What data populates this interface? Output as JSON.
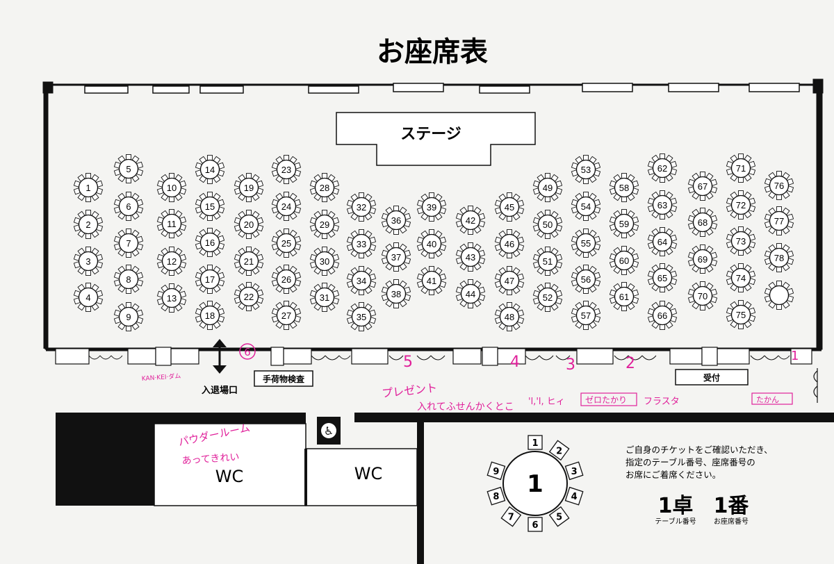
{
  "title": "お座席表",
  "stage_label": "ステージ",
  "entrance_label": "入退場口",
  "baggage_check_label": "手荷物検査",
  "reception_label": "受付",
  "wc_labels": [
    "WC",
    "WC"
  ],
  "wheelchair_icon": "wheelchair-icon",
  "tables": [
    {
      "no": "1"
    },
    {
      "no": "2"
    },
    {
      "no": "3"
    },
    {
      "no": "4"
    },
    {
      "no": "5"
    },
    {
      "no": "6"
    },
    {
      "no": "7"
    },
    {
      "no": "8"
    },
    {
      "no": "9"
    },
    {
      "no": "10"
    },
    {
      "no": "11"
    },
    {
      "no": "12"
    },
    {
      "no": "13"
    },
    {
      "no": "14"
    },
    {
      "no": "15"
    },
    {
      "no": "16"
    },
    {
      "no": "17"
    },
    {
      "no": "18"
    },
    {
      "no": "19"
    },
    {
      "no": "20"
    },
    {
      "no": "21"
    },
    {
      "no": "22"
    },
    {
      "no": "23"
    },
    {
      "no": "24"
    },
    {
      "no": "25"
    },
    {
      "no": "26"
    },
    {
      "no": "27"
    },
    {
      "no": "28"
    },
    {
      "no": "29"
    },
    {
      "no": "30"
    },
    {
      "no": "31"
    },
    {
      "no": "32"
    },
    {
      "no": "33"
    },
    {
      "no": "34"
    },
    {
      "no": "35"
    },
    {
      "no": "36"
    },
    {
      "no": "37"
    },
    {
      "no": "38"
    },
    {
      "no": "39"
    },
    {
      "no": "40"
    },
    {
      "no": "41"
    },
    {
      "no": "42"
    },
    {
      "no": "43"
    },
    {
      "no": "44"
    },
    {
      "no": "45"
    },
    {
      "no": "46"
    },
    {
      "no": "47"
    },
    {
      "no": "48"
    },
    {
      "no": "49"
    },
    {
      "no": "50"
    },
    {
      "no": "51"
    },
    {
      "no": "52"
    },
    {
      "no": "53"
    },
    {
      "no": "54"
    },
    {
      "no": "55"
    },
    {
      "no": "56"
    },
    {
      "no": "57"
    },
    {
      "no": "58"
    },
    {
      "no": "59"
    },
    {
      "no": "60"
    },
    {
      "no": "61"
    },
    {
      "no": "62"
    },
    {
      "no": "63"
    },
    {
      "no": "64"
    },
    {
      "no": "65"
    },
    {
      "no": "66"
    },
    {
      "no": "67"
    },
    {
      "no": "68"
    },
    {
      "no": "69"
    },
    {
      "no": "70"
    },
    {
      "no": "71"
    },
    {
      "no": "72"
    },
    {
      "no": "73"
    },
    {
      "no": "74"
    },
    {
      "no": "75"
    },
    {
      "no": "76"
    },
    {
      "no": "77"
    },
    {
      "no": "78"
    },
    {
      "no": ""
    }
  ],
  "legend": {
    "table_no": "1",
    "seat_nos": [
      "1",
      "2",
      "3",
      "4",
      "5",
      "6",
      "7",
      "8",
      "9"
    ],
    "instructions": [
      "ご自身のチケットをご確認いただき、",
      "指定のテーブル番号、座席番号の",
      "お席にご着席ください。"
    ],
    "table_big": "1卓",
    "table_caption": "テーブル番号",
    "seat_big": "1番",
    "seat_caption": "お座席番号"
  },
  "handwritten": {
    "color": "#e0209a",
    "circled_six": "6",
    "kanke": "KAN·KEI·ダム",
    "line1": "プレゼント",
    "line2": "入れてふせんかくとこ",
    "dots": "'l,'l, ヒィ",
    "box1": "ゼロたかり",
    "fraster": "フラスタ",
    "box2": "たかん",
    "wc_note1": "パウダールーム",
    "wc_note2": "あってきれい",
    "digit5": "5",
    "digit4": "4",
    "digit3": "3",
    "digit2": "2",
    "digit1": "1"
  }
}
